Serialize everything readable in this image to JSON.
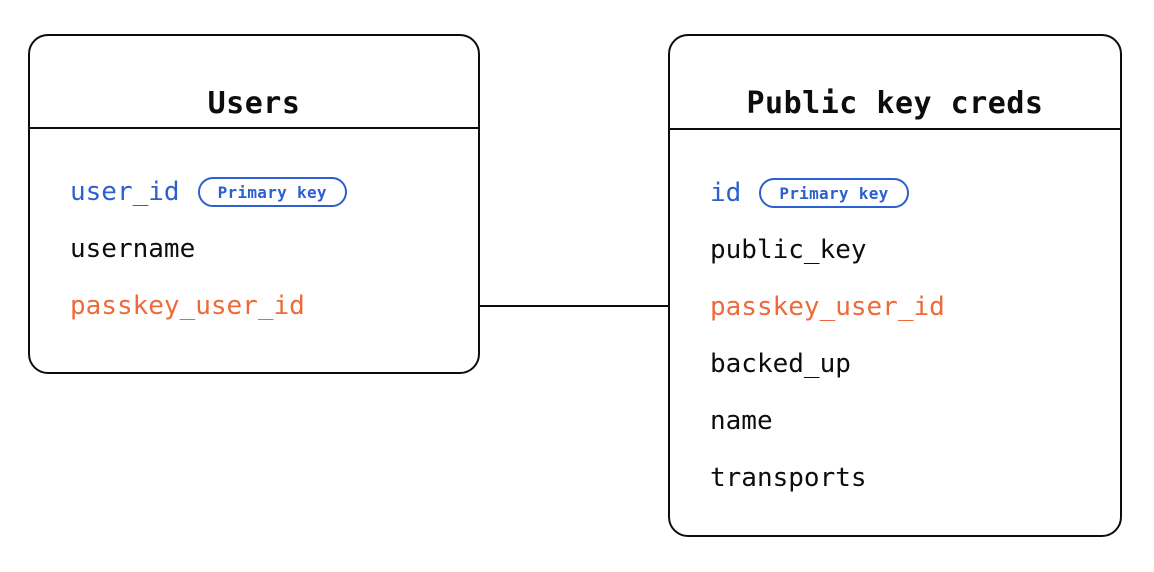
{
  "diagram": {
    "type": "entity-relationship-diagram",
    "background_color": "#ffffff",
    "colors": {
      "border": "#0d0d0d",
      "text": "#0d0d0d",
      "primary_key": "#2c5fd0",
      "foreign_key": "#ed6a3a"
    }
  },
  "entities": [
    {
      "id": "users",
      "title": "Users",
      "fields": [
        {
          "name": "user_id",
          "role": "primary_key",
          "badge": "Primary key"
        },
        {
          "name": "username",
          "role": "plain",
          "badge": null
        },
        {
          "name": "passkey_user_id",
          "role": "foreign_key",
          "badge": null
        }
      ]
    },
    {
      "id": "public-key-creds",
      "title": "Public key creds",
      "fields": [
        {
          "name": "id",
          "role": "primary_key",
          "badge": "Primary key"
        },
        {
          "name": "public_key",
          "role": "plain",
          "badge": null
        },
        {
          "name": "passkey_user_id",
          "role": "foreign_key",
          "badge": null
        },
        {
          "name": "backed_up",
          "role": "plain",
          "badge": null
        },
        {
          "name": "name",
          "role": "plain",
          "badge": null
        },
        {
          "name": "transports",
          "role": "plain",
          "badge": null
        }
      ]
    }
  ],
  "relationships": [
    {
      "from_entity": "users",
      "from_field": "passkey_user_id",
      "to_entity": "public-key-creds",
      "to_field": "passkey_user_id"
    }
  ]
}
